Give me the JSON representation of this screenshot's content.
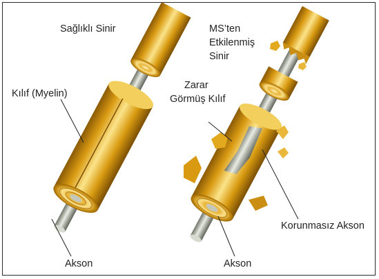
{
  "labels": {
    "healthy_nerve": "Sağlıklı Sinir",
    "ms_nerve": [
      "MS’ten",
      "Etkilenmiş",
      "Sinir"
    ],
    "sheath": "Kılıf (Myelin)",
    "damaged_sheath": [
      "Zarar",
      "Görmüş Kılıf"
    ],
    "axon_left": "Akson",
    "axon_right": "Akson",
    "unprotected_axon": "Korunmasız Akson"
  },
  "colors": {
    "myelin": "#e2a91e",
    "myelin_light": "#fbe38a",
    "myelin_dark": "#8a5a06",
    "axon": "#c3c7bc",
    "axon_dark": "#6f7468",
    "border": "#2a2a2a"
  }
}
